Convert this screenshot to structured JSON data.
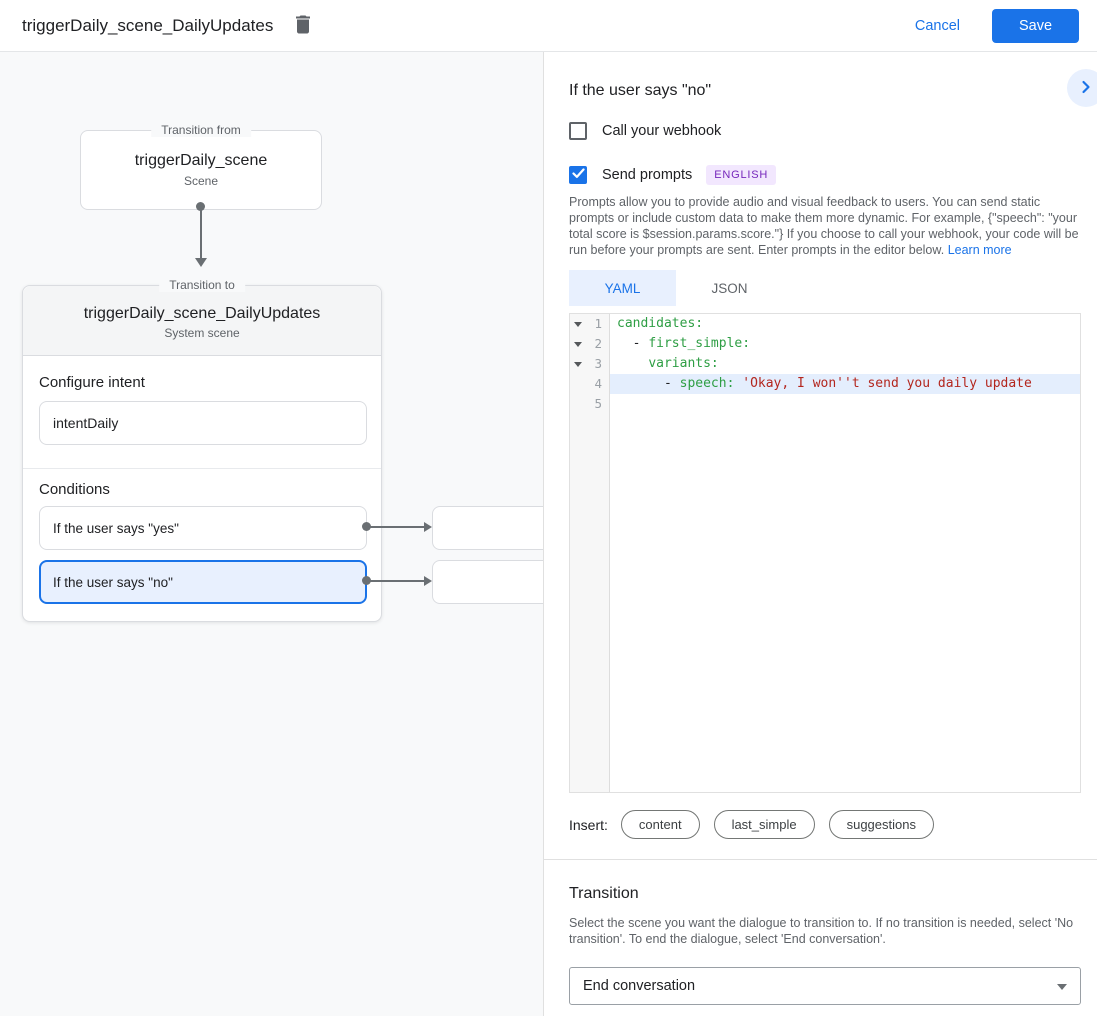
{
  "colors": {
    "accent_blue": "#1a73e8",
    "selection_blue": "#e8f0fe",
    "code_key_green": "#2e9e44",
    "code_string_red": "#b3261e",
    "badge_purple_bg": "#f2e7fe",
    "badge_purple_text": "#7627bb",
    "canvas_bg": "#f8f9fa"
  },
  "topbar": {
    "title": "triggerDaily_scene_DailyUpdates",
    "trash_icon": "trash-icon",
    "cancel_label": "Cancel",
    "save_label": "Save"
  },
  "canvas": {
    "transition_from": {
      "legend": "Transition from",
      "title": "triggerDaily_scene",
      "subtitle": "Scene"
    },
    "transition_to": {
      "legend": "Transition to",
      "title": "triggerDaily_scene_DailyUpdates",
      "subtitle": "System scene"
    },
    "configure_intent": {
      "label": "Configure intent",
      "value": "intentDaily"
    },
    "conditions": {
      "label": "Conditions",
      "items": [
        {
          "label": "If the user says \"yes\"",
          "selected": false
        },
        {
          "label": "If the user says \"no\"",
          "selected": true
        }
      ]
    }
  },
  "panel": {
    "title": "If the user says \"no\"",
    "collapse_icon": "chevron-right-icon",
    "webhook": {
      "label": "Call your webhook",
      "checked": false
    },
    "send_prompts": {
      "label": "Send prompts",
      "badge": "ENGLISH",
      "checked": true
    },
    "description": "Prompts allow you to provide audio and visual feedback to users. You can send static prompts or include custom data to make them more dynamic. For example, {\"speech\": \"your total score is $session.params.score.\"} If you choose to call your webhook, your code will be run before your prompts are sent. Enter prompts in the editor below.",
    "learn_more_label": "Learn more",
    "tabs": [
      {
        "label": "YAML",
        "active": true
      },
      {
        "label": "JSON",
        "active": false
      }
    ],
    "editor": {
      "lines": [
        {
          "number": 1,
          "fold": true,
          "highlight": false,
          "segments": [
            {
              "text": "candidates:",
              "type": "key"
            }
          ]
        },
        {
          "number": 2,
          "fold": true,
          "highlight": false,
          "segments": [
            {
              "text": "  - ",
              "type": "plain"
            },
            {
              "text": "first_simple:",
              "type": "key"
            }
          ]
        },
        {
          "number": 3,
          "fold": true,
          "highlight": false,
          "segments": [
            {
              "text": "    ",
              "type": "plain"
            },
            {
              "text": "variants:",
              "type": "key"
            }
          ]
        },
        {
          "number": 4,
          "fold": false,
          "highlight": true,
          "segments": [
            {
              "text": "      - ",
              "type": "plain"
            },
            {
              "text": "speech:",
              "type": "key"
            },
            {
              "text": " ",
              "type": "plain"
            },
            {
              "text": "'Okay, I won''t send you daily update",
              "type": "string"
            }
          ]
        },
        {
          "number": 5,
          "fold": false,
          "highlight": false,
          "segments": []
        }
      ]
    },
    "insert": {
      "label": "Insert:",
      "pills": [
        "content",
        "last_simple",
        "suggestions"
      ]
    },
    "transition": {
      "title": "Transition",
      "description": "Select the scene you want the dialogue to transition to. If no transition is needed, select 'No transition'. To end the dialogue, select 'End conversation'.",
      "select_value": "End conversation"
    }
  }
}
